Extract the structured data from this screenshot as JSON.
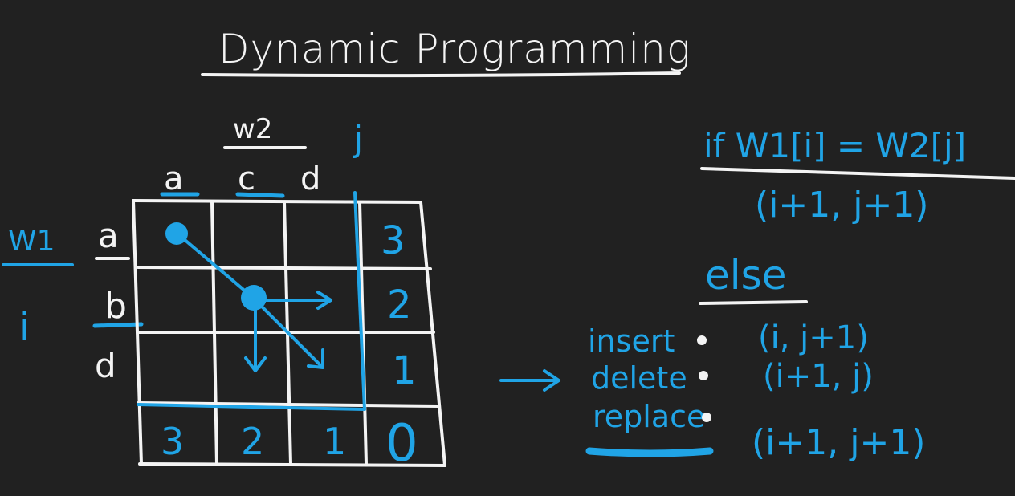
{
  "title": "Dynamic Programming",
  "w2": {
    "name": "w2",
    "index": "j",
    "chars": [
      "a",
      "c",
      "d"
    ]
  },
  "w1": {
    "name": "W1",
    "index": "i",
    "chars": [
      "a",
      "b",
      "d"
    ]
  },
  "grid": {
    "right_column": [
      "3",
      "2",
      "1"
    ],
    "bottom_row": [
      "3",
      "2",
      "1"
    ],
    "corner": "0"
  },
  "rules": {
    "if_condition": "if W1[i] = W2[j]",
    "if_result": "(i+1, j+1)",
    "else_label": "else",
    "operations": [
      {
        "name": "insert",
        "value": "(i, j+1)"
      },
      {
        "name": "delete",
        "value": "(i+1, j)"
      },
      {
        "name": "replace",
        "value": "(i+1, j+1)"
      }
    ]
  },
  "colors": {
    "background": "#212121",
    "chalk_white": "#f4f4f4",
    "marker_blue": "#20a4e6"
  }
}
